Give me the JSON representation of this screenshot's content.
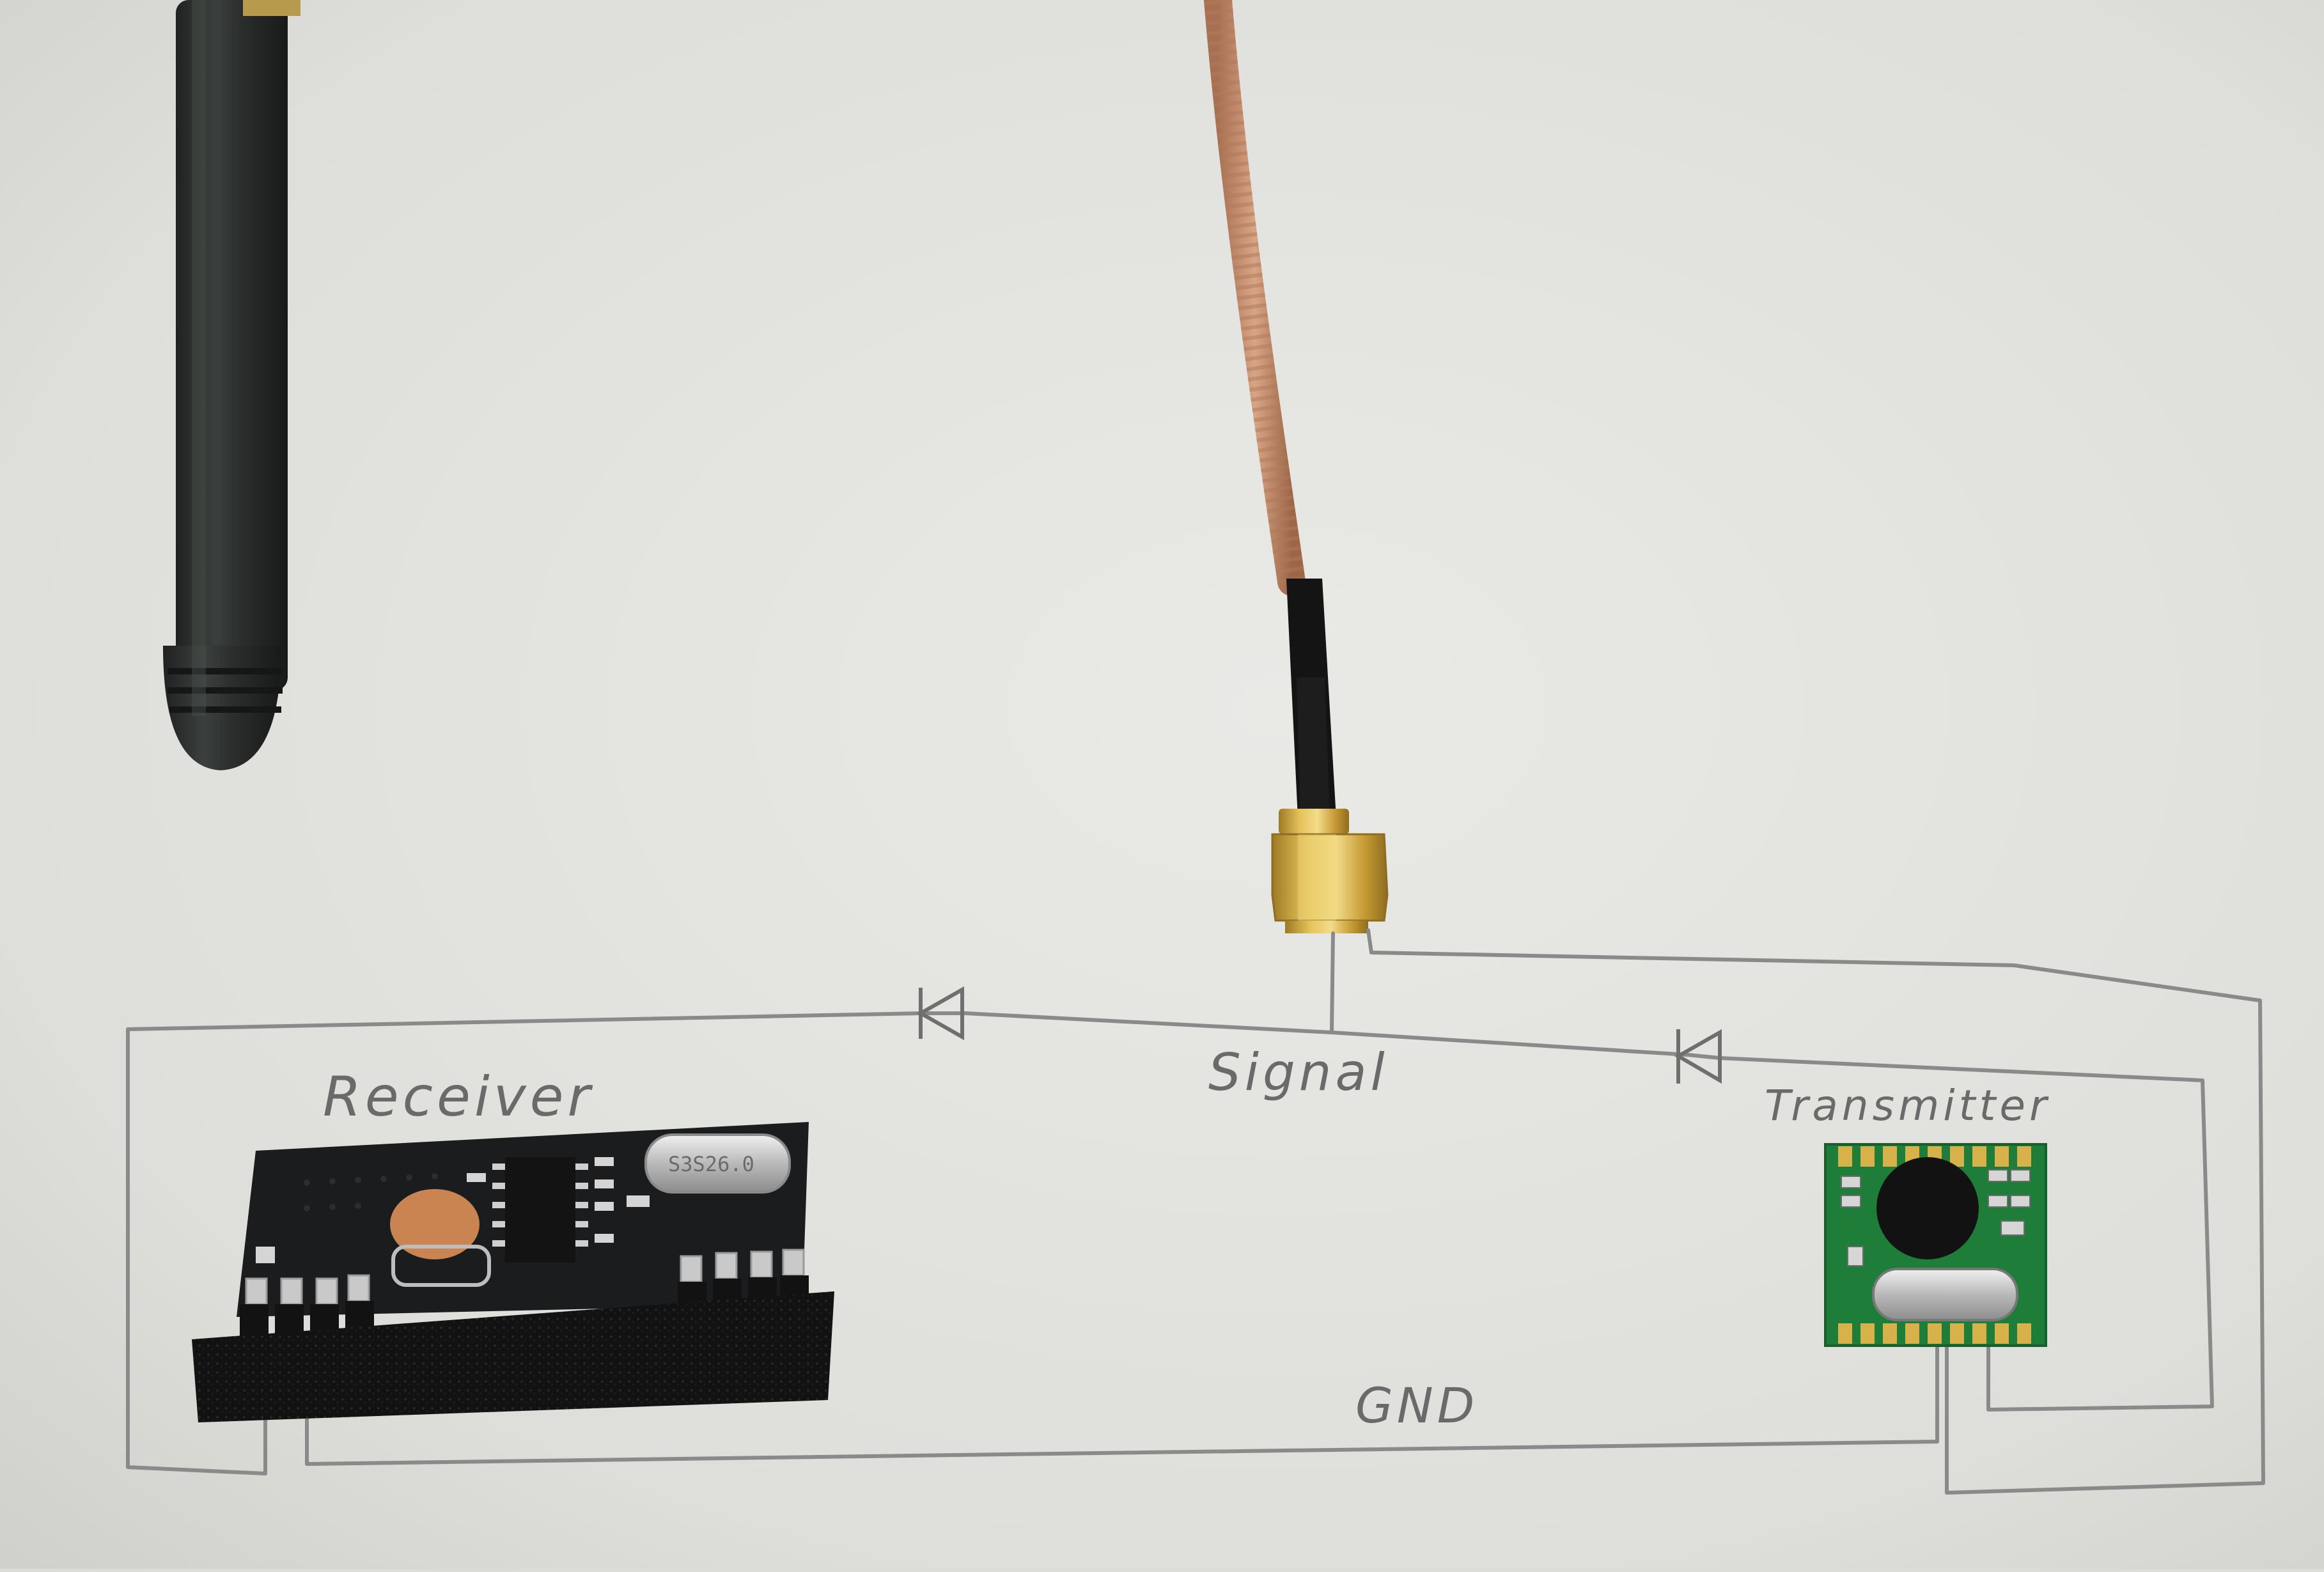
{
  "labels": {
    "receiver": "Receiver",
    "signal": "Signal",
    "transmitter": "Transmitter",
    "gnd": "GND"
  },
  "components": {
    "crystal_marking": "S3S26.0"
  },
  "colors": {
    "paper": "#dcdcd8",
    "pencil": "#8a8a8a",
    "antenna": "#2e312f",
    "cable": "#c8946e",
    "connector_gold": "#d9b24a",
    "receiver_pcb": "#1b1c1e",
    "transmitter_pcb": "#1f7d3a",
    "foam": "#111111"
  }
}
